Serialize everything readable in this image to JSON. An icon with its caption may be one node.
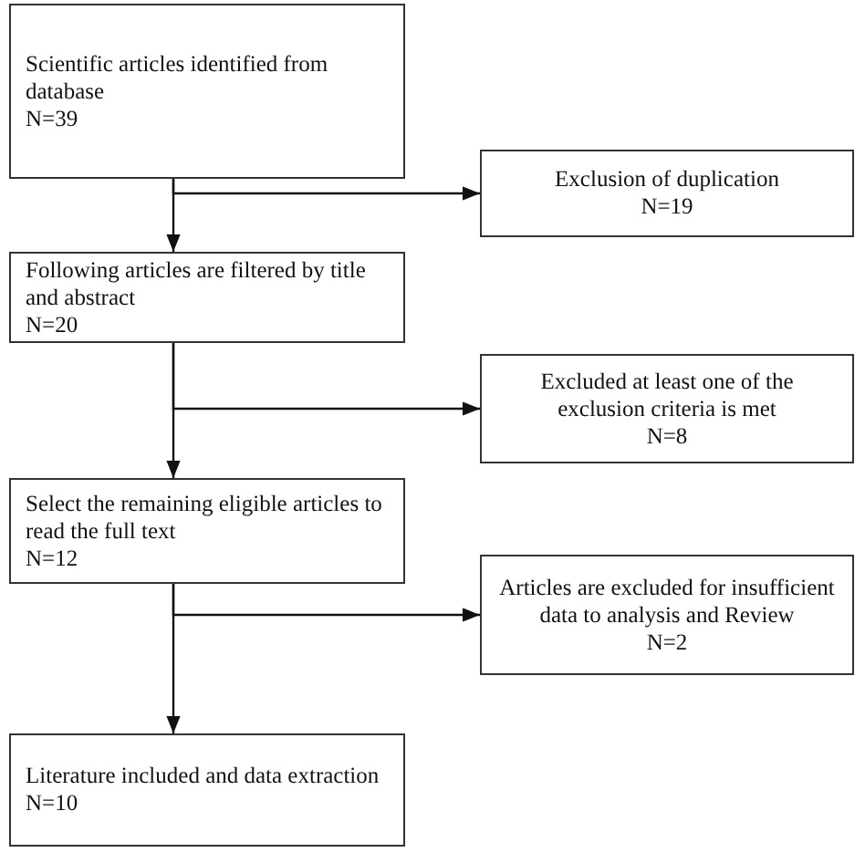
{
  "diagram": {
    "nodes": [
      {
        "text": [
          "Scientific articles identified from database",
          "N=39"
        ]
      },
      {
        "text": [
          "Exclusion of duplication",
          "N=19"
        ]
      },
      {
        "text": [
          "Following articles are filtered by title and abstract",
          "N=20"
        ]
      },
      {
        "text": [
          "Excluded at least one of the exclusion criteria is met",
          "N=8"
        ]
      },
      {
        "text": [
          "Select the remaining eligible articles to read the full text",
          "N=12"
        ]
      },
      {
        "text": [
          "Articles are excluded for insufficient data to analysis and Review",
          "N=2"
        ]
      },
      {
        "text": [
          "Literature included and data extraction",
          "N=10"
        ]
      }
    ],
    "edges": [
      {
        "from": 0,
        "to": 2,
        "arrow": "to"
      },
      {
        "from": 0,
        "to": 1,
        "arrow": "to"
      },
      {
        "from": 2,
        "to": 4,
        "arrow": "to"
      },
      {
        "from": 2,
        "to": 3,
        "arrow": "to"
      },
      {
        "from": 4,
        "to": 6,
        "arrow": "to"
      },
      {
        "from": 4,
        "to": 5,
        "arrow": "to"
      }
    ]
  }
}
